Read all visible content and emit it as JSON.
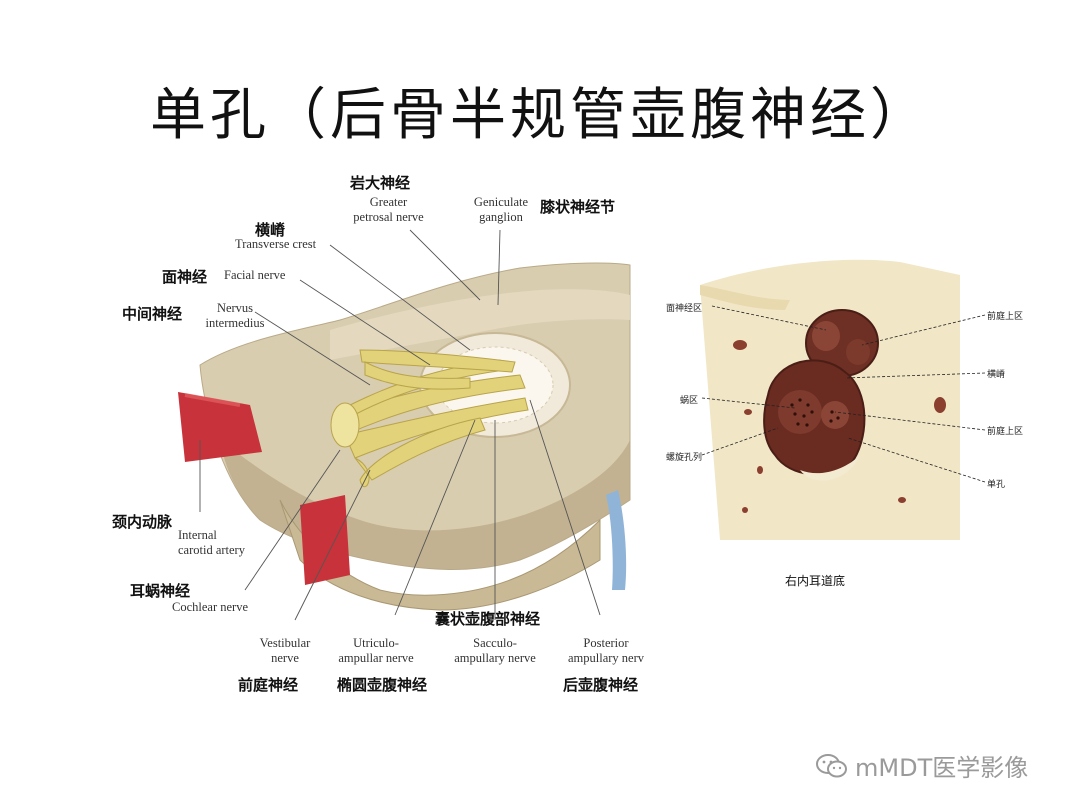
{
  "title": "单孔（后骨半规管壶腹神经）",
  "left_figure": {
    "labels": {
      "greater_petrosal_cn": "岩大神经",
      "greater_petrosal_en_1": "Greater",
      "greater_petrosal_en_2": "petrosal nerve",
      "geniculate_en_1": "Geniculate",
      "geniculate_en_2": "ganglion",
      "geniculate_cn": "膝状神经节",
      "transverse_crest_cn": "横嵴",
      "transverse_crest_en": "Transverse crest",
      "facial_cn": "面神经",
      "facial_en": "Facial nerve",
      "intermedius_cn": "中间神经",
      "intermedius_en_1": "Nervus",
      "intermedius_en_2": "intermedius",
      "carotid_cn": "颈内动脉",
      "carotid_en_1": "Internal",
      "carotid_en_2": "carotid artery",
      "cochlear_cn": "耳蜗神经",
      "cochlear_en": "Cochlear nerve",
      "saccular_cn": "囊状壶腹部神经",
      "vestibular_en_1": "Vestibular",
      "vestibular_en_2": "nerve",
      "utriculo_en_1": "Utriculo-",
      "utriculo_en_2": "ampullar nerve",
      "sacculo_en_1": "Sacculo-",
      "sacculo_en_2": "ampullary nerve",
      "posterior_en_1": "Posterior",
      "posterior_en_2": "ampullary nerv",
      "vestibular_cn": "前庭神经",
      "utriculo_cn": "椭圆壶腹神经",
      "posterior_cn": "后壶腹神经"
    }
  },
  "right_figure": {
    "labels": {
      "facial_area": "面神经区",
      "sup_vestibular_1": "前庭上区",
      "transverse_crest": "横嵴",
      "cochlear_area": "蜗区",
      "sup_vestibular_2": "前庭上区",
      "spiral_foramina": "螺旋孔列",
      "singular_foramen": "单孔"
    },
    "caption": "右内耳道底"
  },
  "watermark": "mMDT医学影像"
}
